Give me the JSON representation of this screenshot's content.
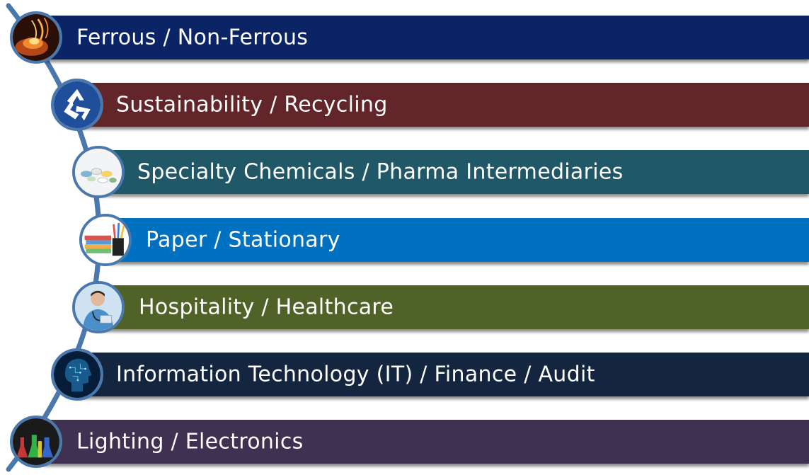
{
  "colors": {
    "arc": "#4a78ad",
    "ferrous": "#0b2466",
    "sustainability": "#62262a",
    "chemicals": "#215868",
    "paper": "#0070c0",
    "hospitality": "#4f6228",
    "it": "#13253f",
    "lighting": "#3f3151"
  },
  "sectors": [
    {
      "label": "Ferrous / Non-Ferrous",
      "icon": "molten-metal-icon"
    },
    {
      "label": "Sustainability / Recycling",
      "icon": "recycle-icon"
    },
    {
      "label": "Specialty Chemicals / Pharma Intermediaries",
      "icon": "pills-icon"
    },
    {
      "label": "Paper / Stationary",
      "icon": "books-pencils-icon"
    },
    {
      "label": "Hospitality / Healthcare",
      "icon": "doctor-icon"
    },
    {
      "label": "Information Technology (IT) / Finance / Audit",
      "icon": "digital-head-icon"
    },
    {
      "label": "Lighting / Electronics",
      "icon": "lab-flasks-icon"
    }
  ]
}
